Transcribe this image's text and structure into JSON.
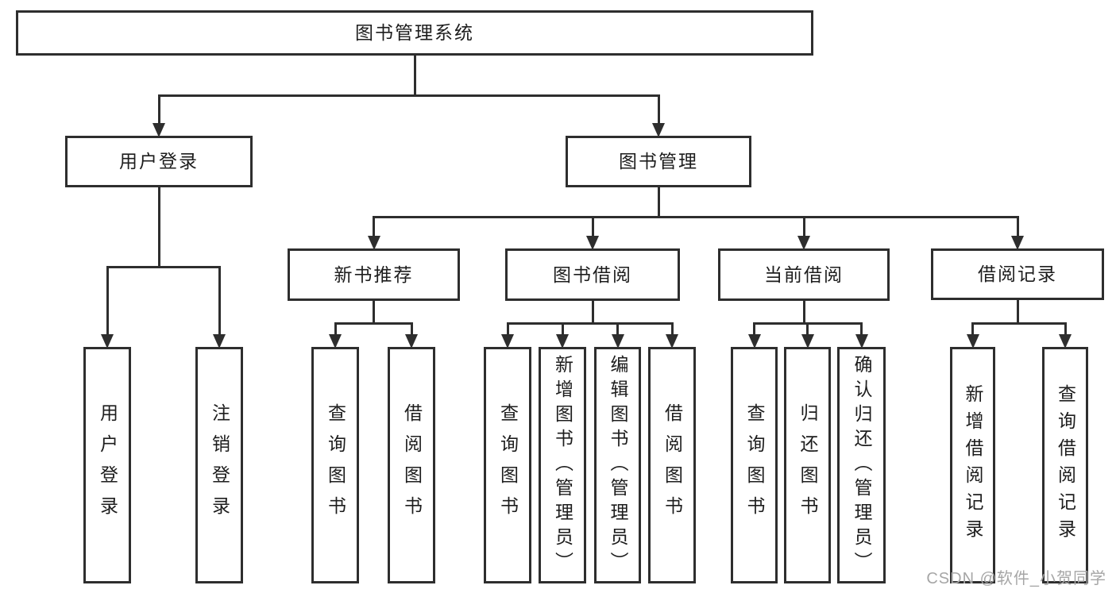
{
  "watermark": "CSDN @软件_小贺同学",
  "diagram": {
    "nodes": [
      {
        "id": "root",
        "label": "图书管理系统",
        "orient": "h"
      },
      {
        "id": "login",
        "label": "用户登录",
        "orient": "h"
      },
      {
        "id": "mgmt",
        "label": "图书管理",
        "orient": "h"
      },
      {
        "id": "newbook",
        "label": "新书推荐",
        "orient": "h"
      },
      {
        "id": "borrow",
        "label": "图书借阅",
        "orient": "h"
      },
      {
        "id": "current",
        "label": "当前借阅",
        "orient": "h"
      },
      {
        "id": "records",
        "label": "借阅记录",
        "orient": "h"
      },
      {
        "id": "leaf-user-login",
        "label": "用户登录",
        "orient": "v"
      },
      {
        "id": "leaf-logout",
        "label": "注销登录",
        "orient": "v"
      },
      {
        "id": "leaf-nb-query",
        "label": "查询图书",
        "orient": "v"
      },
      {
        "id": "leaf-nb-borrow",
        "label": "借阅图书",
        "orient": "v"
      },
      {
        "id": "leaf-bw-query",
        "label": "查询图书",
        "orient": "v"
      },
      {
        "id": "leaf-bw-add",
        "label": "新增图书（管理员）",
        "orient": "v"
      },
      {
        "id": "leaf-bw-edit",
        "label": "编辑图书（管理员）",
        "orient": "v"
      },
      {
        "id": "leaf-bw-borrow",
        "label": "借阅图书",
        "orient": "v"
      },
      {
        "id": "leaf-cur-query",
        "label": "查询图书",
        "orient": "v"
      },
      {
        "id": "leaf-cur-return",
        "label": "归还图书",
        "orient": "v"
      },
      {
        "id": "leaf-cur-confirm",
        "label": "确认归还（管理员）",
        "orient": "v"
      },
      {
        "id": "leaf-rec-add",
        "label": "新增借阅记录",
        "orient": "v"
      },
      {
        "id": "leaf-rec-query",
        "label": "查询借阅记录",
        "orient": "v"
      }
    ],
    "edges": [
      {
        "from": "root",
        "to": [
          "login",
          "mgmt"
        ]
      },
      {
        "from": "login",
        "to": [
          "leaf-user-login",
          "leaf-logout"
        ]
      },
      {
        "from": "mgmt",
        "to": [
          "newbook",
          "borrow",
          "current",
          "records"
        ]
      },
      {
        "from": "newbook",
        "to": [
          "leaf-nb-query",
          "leaf-nb-borrow"
        ]
      },
      {
        "from": "borrow",
        "to": [
          "leaf-bw-query",
          "leaf-bw-add",
          "leaf-bw-edit",
          "leaf-bw-borrow"
        ]
      },
      {
        "from": "current",
        "to": [
          "leaf-cur-query",
          "leaf-cur-return",
          "leaf-cur-confirm"
        ]
      },
      {
        "from": "records",
        "to": [
          "leaf-rec-add",
          "leaf-rec-query"
        ]
      }
    ],
    "colors": {
      "line": "#2e2e2e",
      "text": "#1d1d1d",
      "watermark": "#a6a6a6",
      "background": "#ffffff"
    }
  }
}
